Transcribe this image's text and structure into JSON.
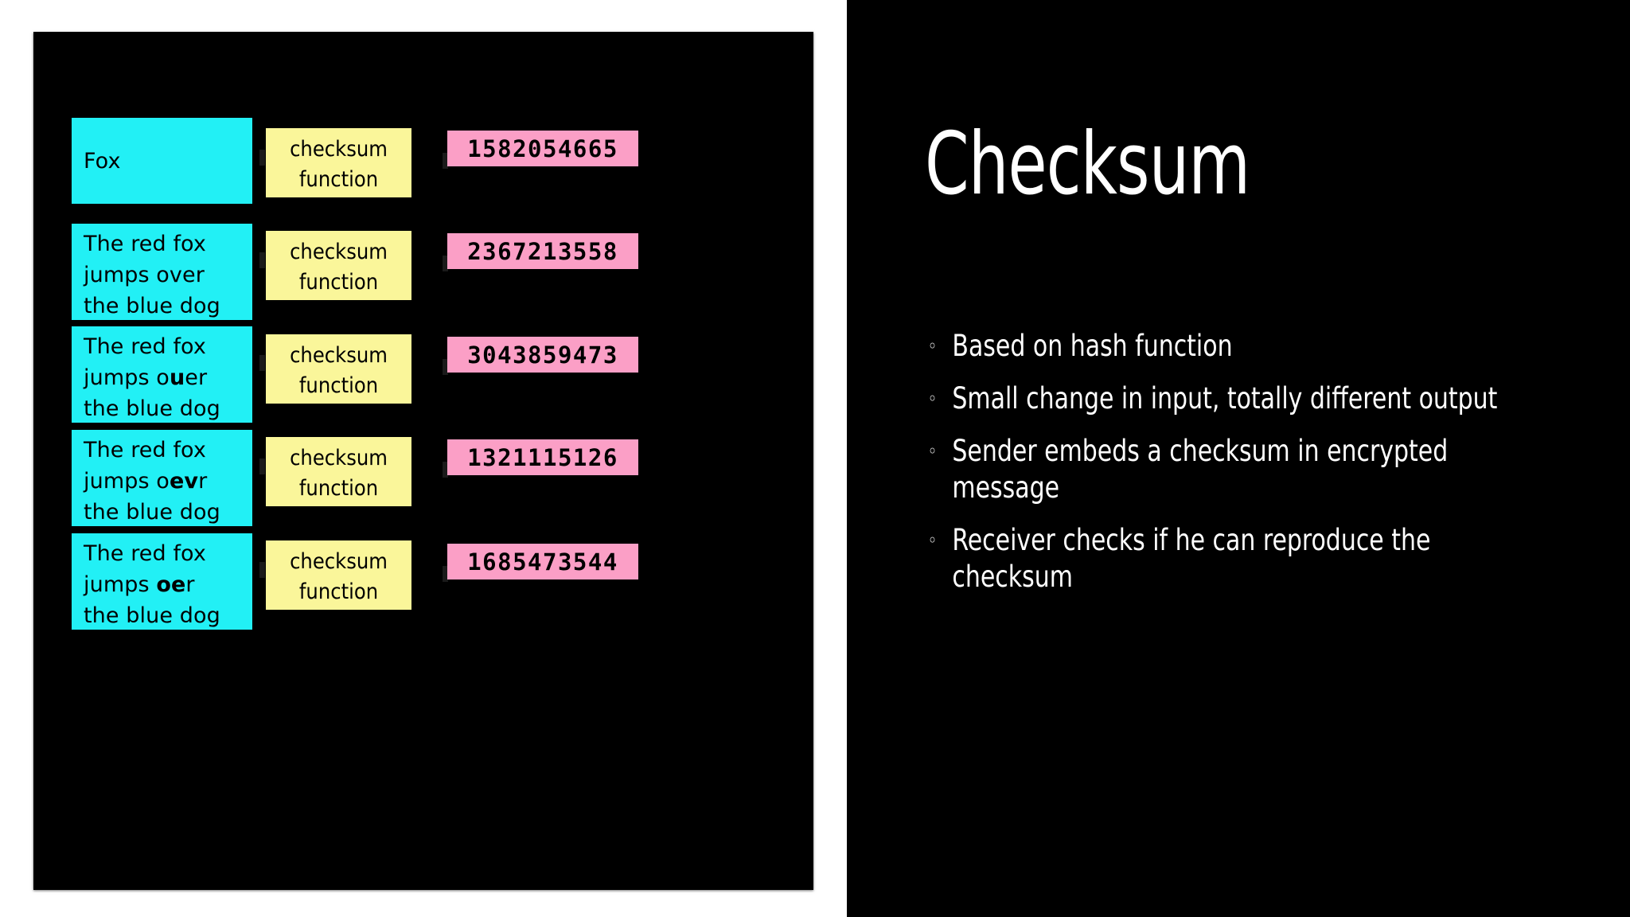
{
  "slide": {
    "background_color": "#000000",
    "title": "Checksum"
  },
  "bullets": [
    {
      "bullet_glyph": "◦",
      "text": "Based on hash function"
    },
    {
      "bullet_glyph": "◦",
      "text": "Small change in input, totally different output"
    },
    {
      "bullet_glyph": "◦",
      "text": "Sender embeds a checksum in encrypted message"
    },
    {
      "bullet_glyph": "◦",
      "text": "Receiver checks if he can reproduce the checksum"
    }
  ],
  "diagram": {
    "background_color": "#000000",
    "input_color": "#22f0f5",
    "function_color": "#faf69a",
    "hash_color": "#fb9fc6",
    "function_label": "checksum function",
    "rows": [
      {
        "input_lines": [
          "Fox"
        ],
        "input_plain": "Fox",
        "function": "checksum function",
        "hash": "1582054665"
      },
      {
        "input_lines": [
          "The red fox",
          "jumps over",
          "the blue dog"
        ],
        "input_plain": "The red fox jumps over the blue dog",
        "function": "checksum function",
        "hash": "2367213558"
      },
      {
        "input_lines": [
          "The red fox",
          "jumps o",
          "u",
          "er",
          "the blue dog"
        ],
        "input_plain": "The red fox jumps ouer the blue dog",
        "emphasis": "u",
        "function": "checksum function",
        "hash": "3043859473"
      },
      {
        "input_lines": [
          "The red fox",
          "jumps o",
          "ev",
          "r",
          "the blue dog"
        ],
        "input_plain": "The red fox jumps oevr the blue dog",
        "emphasis": "ev",
        "function": "checksum function",
        "hash": "1321115126"
      },
      {
        "input_lines": [
          "The red fox",
          "jumps ",
          "oe",
          "r",
          "the blue dog"
        ],
        "input_plain": "The red fox jumps oer the blue dog",
        "emphasis": "oe",
        "function": "checksum function",
        "hash": "1685473544"
      }
    ]
  },
  "row1": {
    "input_l1": "Fox",
    "fn_l1": "checksum",
    "fn_l2": "function",
    "hash": "1582054665"
  },
  "row2": {
    "input_l1": "The red fox",
    "input_l2": "jumps over",
    "input_l3": "the blue dog",
    "fn_l1": "checksum",
    "fn_l2": "function",
    "hash": "2367213558"
  },
  "row3": {
    "input_l1": "The red fox",
    "input_l2a": "jumps o",
    "input_l2b": "u",
    "input_l2c": "er",
    "input_l3": "the blue dog",
    "fn_l1": "checksum",
    "fn_l2": "function",
    "hash": "3043859473"
  },
  "row4": {
    "input_l1": "The red fox",
    "input_l2a": "jumps o",
    "input_l2b": "ev",
    "input_l2c": "r",
    "input_l3": "the blue dog",
    "fn_l1": "checksum",
    "fn_l2": "function",
    "hash": "1321115126"
  },
  "row5": {
    "input_l1": "The red fox",
    "input_l2a": "jumps ",
    "input_l2b": "oe",
    "input_l2c": "r",
    "input_l3": "the blue dog",
    "fn_l1": "checksum",
    "fn_l2": "function",
    "hash": "1685473544"
  }
}
